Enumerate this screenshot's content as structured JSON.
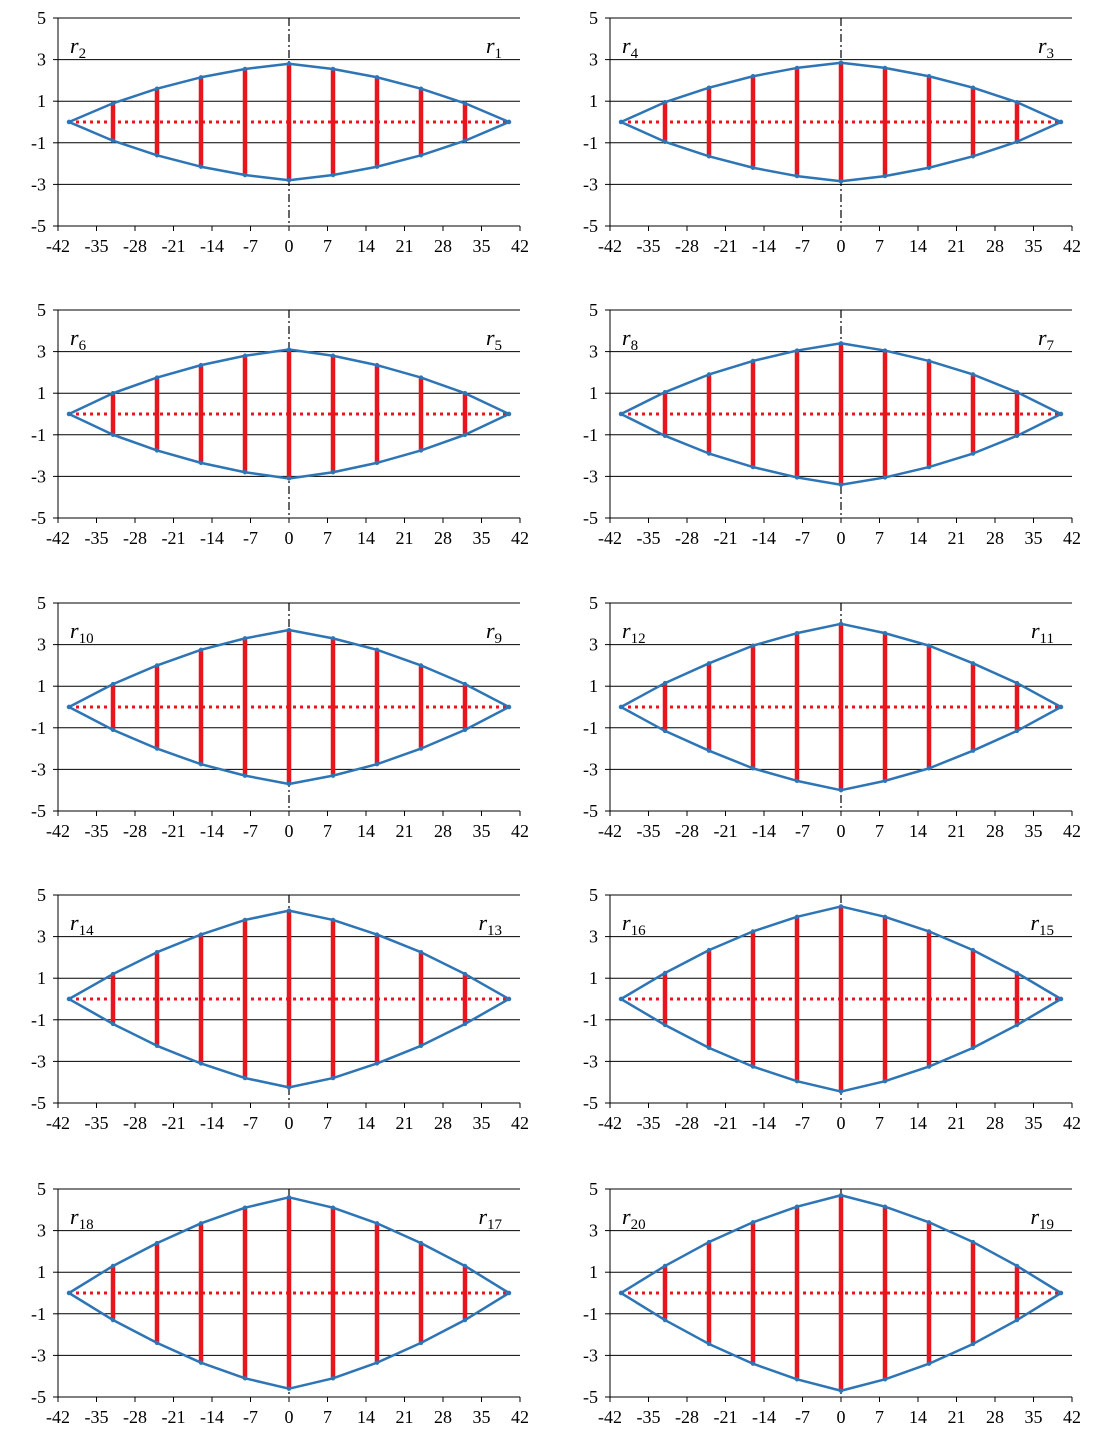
{
  "colors": {
    "outline": "#2e75b6",
    "rib": "#e8141e",
    "gridline": "#000000",
    "axis": "#000000"
  },
  "chart_data": [
    {
      "type": "line",
      "label_left": {
        "base": "r",
        "sub": "2"
      },
      "label_right": {
        "base": "r",
        "sub": "1"
      },
      "x": [
        -40,
        -32,
        -24,
        -16,
        -8,
        0,
        8,
        16,
        24,
        32,
        40
      ],
      "half_width": [
        0,
        0.9,
        1.6,
        2.15,
        2.55,
        2.8,
        2.55,
        2.15,
        1.6,
        0.9,
        0
      ],
      "xlim": [
        -42,
        42
      ],
      "ylim": [
        -5,
        5
      ],
      "xticks": [
        -42,
        -35,
        -28,
        -21,
        -14,
        -7,
        0,
        7,
        14,
        21,
        28,
        35,
        42
      ],
      "yticks": [
        -5,
        -3,
        -1,
        1,
        3,
        5
      ],
      "grid": true
    },
    {
      "type": "line",
      "label_left": {
        "base": "r",
        "sub": "4"
      },
      "label_right": {
        "base": "r",
        "sub": "3"
      },
      "x": [
        -40,
        -32,
        -24,
        -16,
        -8,
        0,
        8,
        16,
        24,
        32,
        40
      ],
      "half_width": [
        0,
        0.95,
        1.65,
        2.2,
        2.6,
        2.85,
        2.6,
        2.2,
        1.65,
        0.95,
        0
      ],
      "xlim": [
        -42,
        42
      ],
      "ylim": [
        -5,
        5
      ],
      "xticks": [
        -42,
        -35,
        -28,
        -21,
        -14,
        -7,
        0,
        7,
        14,
        21,
        28,
        35,
        42
      ],
      "yticks": [
        -5,
        -3,
        -1,
        1,
        3,
        5
      ],
      "grid": true
    },
    {
      "type": "line",
      "label_left": {
        "base": "r",
        "sub": "6"
      },
      "label_right": {
        "base": "r",
        "sub": "5"
      },
      "x": [
        -40,
        -32,
        -24,
        -16,
        -8,
        0,
        8,
        16,
        24,
        32,
        40
      ],
      "half_width": [
        0,
        1.0,
        1.75,
        2.35,
        2.8,
        3.1,
        2.8,
        2.35,
        1.75,
        1.0,
        0
      ],
      "xlim": [
        -42,
        42
      ],
      "ylim": [
        -5,
        5
      ],
      "xticks": [
        -42,
        -35,
        -28,
        -21,
        -14,
        -7,
        0,
        7,
        14,
        21,
        28,
        35,
        42
      ],
      "yticks": [
        -5,
        -3,
        -1,
        1,
        3,
        5
      ],
      "grid": true
    },
    {
      "type": "line",
      "label_left": {
        "base": "r",
        "sub": "8"
      },
      "label_right": {
        "base": "r",
        "sub": "7"
      },
      "x": [
        -40,
        -32,
        -24,
        -16,
        -8,
        0,
        8,
        16,
        24,
        32,
        40
      ],
      "half_width": [
        0,
        1.05,
        1.9,
        2.55,
        3.05,
        3.4,
        3.05,
        2.55,
        1.9,
        1.05,
        0
      ],
      "xlim": [
        -42,
        42
      ],
      "ylim": [
        -5,
        5
      ],
      "xticks": [
        -42,
        -35,
        -28,
        -21,
        -14,
        -7,
        0,
        7,
        14,
        21,
        28,
        35,
        42
      ],
      "yticks": [
        -5,
        -3,
        -1,
        1,
        3,
        5
      ],
      "grid": true
    },
    {
      "type": "line",
      "label_left": {
        "base": "r",
        "sub": "10"
      },
      "label_right": {
        "base": "r",
        "sub": "9"
      },
      "x": [
        -40,
        -32,
        -24,
        -16,
        -8,
        0,
        8,
        16,
        24,
        32,
        40
      ],
      "half_width": [
        0,
        1.1,
        2.0,
        2.75,
        3.3,
        3.7,
        3.3,
        2.75,
        2.0,
        1.1,
        0
      ],
      "xlim": [
        -42,
        42
      ],
      "ylim": [
        -5,
        5
      ],
      "xticks": [
        -42,
        -35,
        -28,
        -21,
        -14,
        -7,
        0,
        7,
        14,
        21,
        28,
        35,
        42
      ],
      "yticks": [
        -5,
        -3,
        -1,
        1,
        3,
        5
      ],
      "grid": true
    },
    {
      "type": "line",
      "label_left": {
        "base": "r",
        "sub": "12"
      },
      "label_right": {
        "base": "r",
        "sub": "11"
      },
      "x": [
        -40,
        -32,
        -24,
        -16,
        -8,
        0,
        8,
        16,
        24,
        32,
        40
      ],
      "half_width": [
        0,
        1.15,
        2.1,
        2.95,
        3.55,
        4.0,
        3.55,
        2.95,
        2.1,
        1.15,
        0
      ],
      "xlim": [
        -42,
        42
      ],
      "ylim": [
        -5,
        5
      ],
      "xticks": [
        -42,
        -35,
        -28,
        -21,
        -14,
        -7,
        0,
        7,
        14,
        21,
        28,
        35,
        42
      ],
      "yticks": [
        -5,
        -3,
        -1,
        1,
        3,
        5
      ],
      "grid": true
    },
    {
      "type": "line",
      "label_left": {
        "base": "r",
        "sub": "14"
      },
      "label_right": {
        "base": "r",
        "sub": "13"
      },
      "x": [
        -40,
        -32,
        -24,
        -16,
        -8,
        0,
        8,
        16,
        24,
        32,
        40
      ],
      "half_width": [
        0,
        1.2,
        2.25,
        3.1,
        3.8,
        4.25,
        3.8,
        3.1,
        2.25,
        1.2,
        0
      ],
      "xlim": [
        -42,
        42
      ],
      "ylim": [
        -5,
        5
      ],
      "xticks": [
        -42,
        -35,
        -28,
        -21,
        -14,
        -7,
        0,
        7,
        14,
        21,
        28,
        35,
        42
      ],
      "yticks": [
        -5,
        -3,
        -1,
        1,
        3,
        5
      ],
      "grid": true
    },
    {
      "type": "line",
      "label_left": {
        "base": "r",
        "sub": "16"
      },
      "label_right": {
        "base": "r",
        "sub": "15"
      },
      "x": [
        -40,
        -32,
        -24,
        -16,
        -8,
        0,
        8,
        16,
        24,
        32,
        40
      ],
      "half_width": [
        0,
        1.25,
        2.35,
        3.25,
        3.95,
        4.45,
        3.95,
        3.25,
        2.35,
        1.25,
        0
      ],
      "xlim": [
        -42,
        42
      ],
      "ylim": [
        -5,
        5
      ],
      "xticks": [
        -42,
        -35,
        -28,
        -21,
        -14,
        -7,
        0,
        7,
        14,
        21,
        28,
        35,
        42
      ],
      "yticks": [
        -5,
        -3,
        -1,
        1,
        3,
        5
      ],
      "grid": true
    },
    {
      "type": "line",
      "label_left": {
        "base": "r",
        "sub": "18"
      },
      "label_right": {
        "base": "r",
        "sub": "17"
      },
      "x": [
        -40,
        -32,
        -24,
        -16,
        -8,
        0,
        8,
        16,
        24,
        32,
        40
      ],
      "half_width": [
        0,
        1.3,
        2.4,
        3.35,
        4.1,
        4.6,
        4.1,
        3.35,
        2.4,
        1.3,
        0
      ],
      "xlim": [
        -42,
        42
      ],
      "ylim": [
        -5,
        5
      ],
      "xticks": [
        -42,
        -35,
        -28,
        -21,
        -14,
        -7,
        0,
        7,
        14,
        21,
        28,
        35,
        42
      ],
      "yticks": [
        -5,
        -3,
        -1,
        1,
        3,
        5
      ],
      "grid": true
    },
    {
      "type": "line",
      "label_left": {
        "base": "r",
        "sub": "20"
      },
      "label_right": {
        "base": "r",
        "sub": "19"
      },
      "x": [
        -40,
        -32,
        -24,
        -16,
        -8,
        0,
        8,
        16,
        24,
        32,
        40
      ],
      "half_width": [
        0,
        1.3,
        2.45,
        3.4,
        4.15,
        4.7,
        4.15,
        3.4,
        2.45,
        1.3,
        0
      ],
      "xlim": [
        -42,
        42
      ],
      "ylim": [
        -5,
        5
      ],
      "xticks": [
        -42,
        -35,
        -28,
        -21,
        -14,
        -7,
        0,
        7,
        14,
        21,
        28,
        35,
        42
      ],
      "yticks": [
        -5,
        -3,
        -1,
        1,
        3,
        5
      ],
      "grid": true
    }
  ]
}
